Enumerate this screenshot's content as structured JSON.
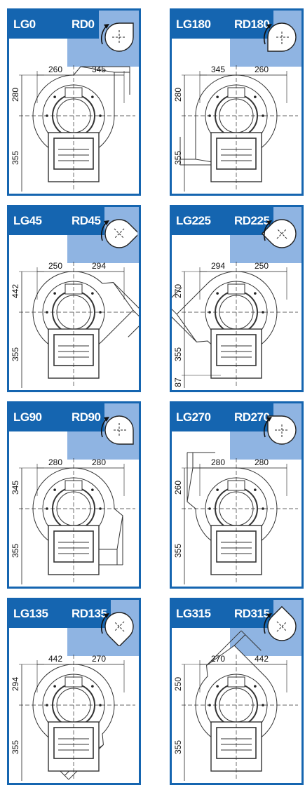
{
  "cells": [
    {
      "lg": "LG0",
      "rd": "RD0",
      "dim_a": "260",
      "dim_b": "345",
      "dim_top": "280",
      "dim_bottom": "355",
      "dim_extra": ""
    },
    {
      "lg": "LG180",
      "rd": "RD180",
      "dim_a": "345",
      "dim_b": "260",
      "dim_top": "280",
      "dim_bottom": "355",
      "dim_extra": ""
    },
    {
      "lg": "LG45",
      "rd": "RD45",
      "dim_a": "250",
      "dim_b": "294",
      "dim_top": "442",
      "dim_bottom": "355",
      "dim_extra": ""
    },
    {
      "lg": "LG225",
      "rd": "RD225",
      "dim_a": "294",
      "dim_b": "250",
      "dim_top": "270",
      "dim_bottom": "355",
      "dim_extra": "87"
    },
    {
      "lg": "LG90",
      "rd": "RD90",
      "dim_a": "280",
      "dim_b": "280",
      "dim_top": "345",
      "dim_bottom": "355",
      "dim_extra": ""
    },
    {
      "lg": "LG270",
      "rd": "RD270",
      "dim_a": "280",
      "dim_b": "280",
      "dim_top": "260",
      "dim_bottom": "355",
      "dim_extra": ""
    },
    {
      "lg": "LG135",
      "rd": "RD135",
      "dim_a": "442",
      "dim_b": "270",
      "dim_top": "294",
      "dim_bottom": "355",
      "dim_extra": ""
    },
    {
      "lg": "LG315",
      "rd": "RD315",
      "dim_a": "270",
      "dim_b": "442",
      "dim_top": "250",
      "dim_bottom": "355",
      "dim_extra": ""
    }
  ],
  "colors": {
    "brand_blue": "#1565b0",
    "header_light_blue": "#8fb4e2"
  }
}
